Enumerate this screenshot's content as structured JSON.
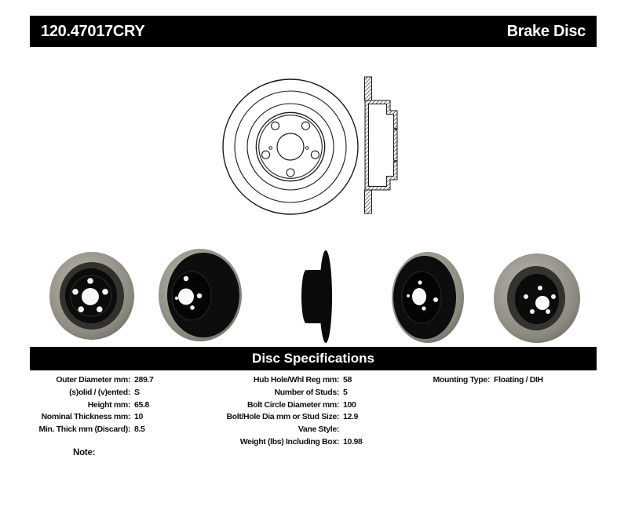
{
  "header": {
    "part_number": "120.47017CRY",
    "product_name": "Brake Disc"
  },
  "banner": {
    "title": "Disc Specifications"
  },
  "specs": {
    "left": [
      {
        "label": "Outer Diameter mm:",
        "value": "289.7"
      },
      {
        "label": "(s)olid / (v)ented:",
        "value": "S"
      },
      {
        "label": "Height mm:",
        "value": "65.8"
      },
      {
        "label": "Nominal Thickness mm:",
        "value": "10"
      },
      {
        "label": "Min. Thick mm (Discard):",
        "value": "8.5"
      }
    ],
    "middle": [
      {
        "label": "Hub Hole/Whl Reg mm:",
        "value": "58"
      },
      {
        "label": "Number of Studs:",
        "value": "5"
      },
      {
        "label": "Bolt Circle Diameter mm:",
        "value": "100"
      },
      {
        "label": "Bolt/Hole Dia mm or Stud Size:",
        "value": "12.9"
      },
      {
        "label": "Vane Style:",
        "value": ""
      },
      {
        "label": "Weight (lbs) Including Box:",
        "value": "10.98"
      }
    ],
    "right": [
      {
        "label": "Mounting Type:",
        "value": "Floating / DIH"
      }
    ]
  },
  "note": {
    "label": "Note:"
  },
  "figures": {
    "drawing": "brake-disc-technical-drawing",
    "photo_icons": [
      "rotor-front-photo",
      "rotor-angled-left-photo",
      "rotor-side-profile-photo",
      "rotor-angled-right-photo",
      "rotor-front-photo-2"
    ]
  },
  "colors": {
    "header_bg": "#000000",
    "header_text": "#ffffff",
    "rotor_gray": "#9a9a92",
    "rotor_black": "#0d0d0d",
    "line_color": "#1a1a1a"
  }
}
